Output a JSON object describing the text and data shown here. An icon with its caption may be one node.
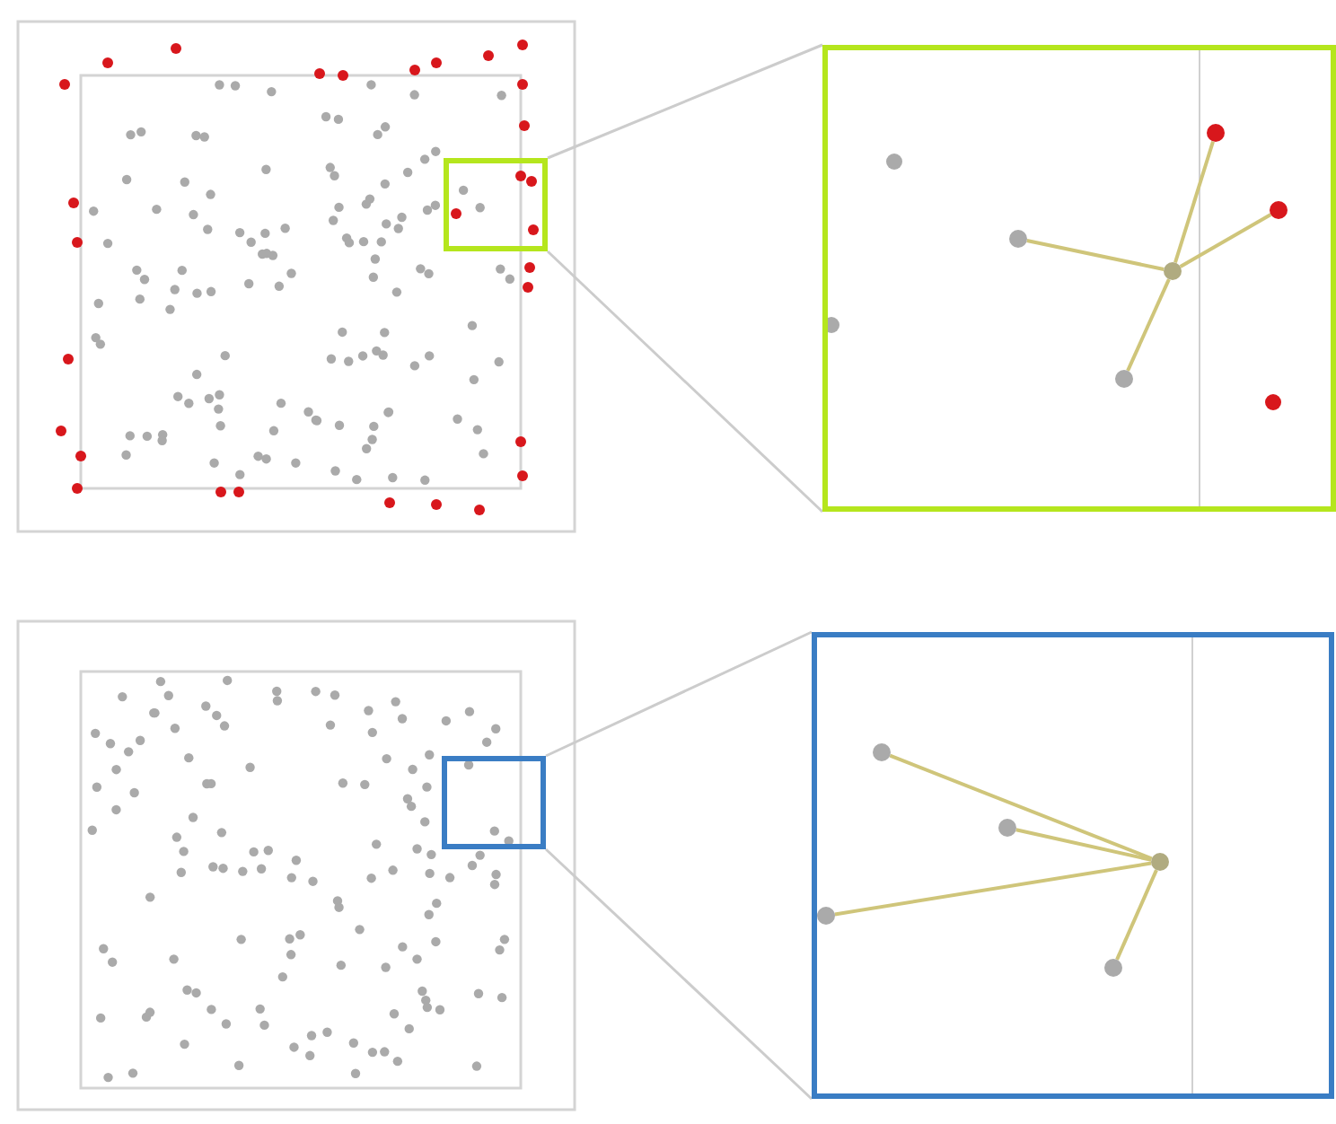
{
  "diagram": {
    "nodes": [
      {
        "text": [],
        "shape": "box"
      },
      {
        "text": [],
        "shape": "box"
      },
      {
        "text": [],
        "shape": "box"
      },
      {
        "text": [],
        "shape": "box"
      },
      {
        "text": [],
        "shape": "circle",
        "in": 1
      },
      {
        "text": [],
        "shape": "circle",
        "in": 1
      },
      {
        "text": [],
        "shape": "circle",
        "in": 1
      },
      {
        "text": [],
        "shape": "circle",
        "in": 1
      },
      {
        "text": [],
        "shape": "circle",
        "in": 1
      },
      {
        "text": [],
        "shape": "circle",
        "in": 3
      },
      {
        "text": [],
        "shape": "circle",
        "in": 3
      },
      {
        "text": [],
        "shape": "circle",
        "in": 3
      },
      {
        "text": [],
        "shape": "circle",
        "in": 3
      },
      {
        "text": [],
        "shape": "circle",
        "in": 3
      }
    ],
    "edges": [
      {
        "from": 0,
        "to": 1,
        "arrow": "none",
        "color": "#cccccc"
      },
      {
        "from": 0,
        "to": 1,
        "arrow": "none",
        "color": "#cccccc"
      },
      {
        "from": 2,
        "to": 3,
        "arrow": "none",
        "color": "#cccccc"
      },
      {
        "from": 2,
        "to": 3,
        "arrow": "none",
        "color": "#cccccc"
      },
      {
        "from": 4,
        "to": 5,
        "arrow": "none"
      },
      {
        "from": 4,
        "to": 6,
        "arrow": "none"
      },
      {
        "from": 4,
        "to": 7,
        "arrow": "none"
      },
      {
        "from": 4,
        "to": 8,
        "arrow": "none"
      },
      {
        "from": 9,
        "to": 10,
        "arrow": "none"
      },
      {
        "from": 9,
        "to": 11,
        "arrow": "none"
      },
      {
        "from": 9,
        "to": 12,
        "arrow": "none"
      },
      {
        "from": 9,
        "to": 13,
        "arrow": "none"
      }
    ]
  }
}
